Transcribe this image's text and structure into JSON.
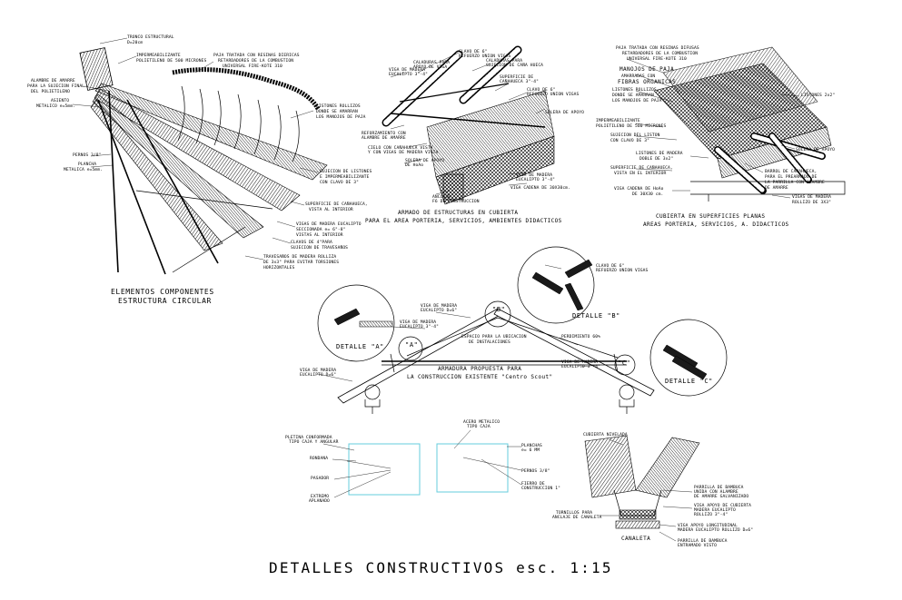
{
  "sheet_title": "DETALLES CONSTRUCTIVOS esc. 1:15",
  "colors": {
    "ink": "#000000",
    "paper": "#ffffff",
    "guide": "#66ccdd"
  },
  "circular": {
    "caption1": "ELEMENTOS COMPONENTES",
    "caption2": "ESTRUCTURA CIRCULAR",
    "labels": [
      "TRONCO ESTRUCTURAL",
      "D=20cm",
      "IMPERMEABILIZANTE",
      "POLIETILENO DE 500 MICRONES",
      "PAJA TRATADA CON RESINAS DIERICAS",
      "RETARDADORES DE LA COMBUSTION",
      "UNIVERSAL FIRE-KOTE 310",
      "ALAMBRE DE AMARRE",
      "PARA LA SUJECION FINAL",
      "DEL POLIETILENO",
      "ASIENTO",
      "METALICO e=5mm.",
      "LISTONES ROLLIZOS",
      "DONDE SE AMARRAN",
      "LOS MANOJOS DE PAJA",
      "PERNOS 3/8\"",
      "PLANCHA",
      "METALICA e=5mm.",
      "SUJECION DE LISTONES",
      "E IMPERMEABILIZANTE",
      "CON CLAVO DE 3\"",
      "SUPERFICIE DE CAÑAHUECA,",
      "VISTA AL INTERIOR",
      "VIGAS DE MADERA EUCALIPTO",
      "SECCIONADA e= 6\"-8\"",
      "VISTAS AL INTERIOR",
      "CLAVOS DE 4\"PARA",
      "SUJECION DE TRAVESAÑOS",
      "TRAVESAÑOS DE MADERA ROLLIZA",
      "DE 3x3\" PARA EVITAR TORSIONES",
      "HORIZONTALES"
    ]
  },
  "armado": {
    "caption1": "ARMADO DE ESTRUCTURAS EN CUBIERTA",
    "caption2": "PARA EL AREA PORTERIA, SERVICIOS, AMBIENTES DIDACTICOS",
    "labels": [
      "CLAVO DE 6\"",
      "REFUERZO UNION VIGAS",
      "CALADURAS PARA",
      "APOYO DE VIGA",
      "CALADURAS PARA",
      "SUJECION DE CAÑA HUECA",
      "VIGA DE MADERA",
      "EUCALIPTO 3\"-4\"",
      "SUPERFICIE DE",
      "CAÑAHUECA 3\"-4\"",
      "CLAVO DE 6\"",
      "REFUERZO UNION VIGAS",
      "SOLERA DE APOYO",
      "REFORZAMIENTO CON",
      "ALAMBRE DE AMARRE",
      "CIELO CON CAÑAHUECA VISTA",
      "Y CON VIGAS DE MADERA VISTA",
      "SOLERA DE APOYO",
      "DE HoAo",
      "VIGA DE MADERA",
      "EUCALIPTO 3\"-4\"",
      "VIGA CADENA DE 30X30cm.",
      "ANCLAJE",
      "F6 DE CONSTRUCCION"
    ]
  },
  "cubierta": {
    "caption1": "CUBIERTA EN SUPERFICIES PLANAS",
    "caption2": "AREAS PORTERIA, SERVICIOS, A. DIDACTICOS",
    "labels": [
      "PAJA TRATADA CON RESINAS DIFUSAS",
      "RETARDADORES DE LA COMBUSTION",
      "UNIVERSAL FIRE-KOTE 310",
      "MANOJOS DE PAJA",
      "AMARRADAS CON",
      "FIBRAS ORGANICAS",
      "LISTONES ROLLIZOS",
      "DONDE SE AMARRAN",
      "LOS MANOJOS DE PAJA",
      "LISTONES 2x2\"",
      "IMPERMEABILIZANTE",
      "POLIETILENO DE 500 MICRONES",
      "SUJECION DEL LISTON",
      "CON CLAVO DE 3\"",
      "LISTONES DE MADERA",
      "DOBLE DE 3x2\"",
      "SOLERA DE APOYO",
      "SUPERFICIE DE CAÑAHUECA,",
      "VISTA EN EL INTERIOR",
      "BARROL DE CAÑAHUECA,",
      "PARA EL PREARMADO DE",
      "LA PARRILLA CON ALAMBRE",
      "DE AMARRE",
      "VIGA CADENA DE HoAo",
      "DE 30X30 cm.",
      "VIGAS DE MADERA",
      "ROLLIZO DE 3X3\""
    ]
  },
  "armadura": {
    "title1": "ARMADURA PROPUESTA PARA",
    "title2": "LA CONSTRUCCION EXISTENTE \"Centro Scout\"",
    "space1": "ESPACIO PARA LA UBICACION",
    "space2": "DE INSTALACIONES",
    "tags": [
      "\"A\"",
      "\"B\"",
      "\"C\""
    ],
    "detail_a": "DETALLE \"A\"",
    "detail_b": "DETALLE \"B\"",
    "detail_c": "DETALLE \"C\"",
    "labels": [
      "CLAVO DE 6\"",
      "REFUERZO UNION VIGAS",
      "VIGA DE MADERA",
      "EUCALIPTO D=6\"",
      "VIGA DE MADERA",
      "EUCALIPTO 3\"-4\"",
      "VIGA DE MADERA",
      "EUCALIPTO D=6\"",
      "VIGA DE MADERA",
      "EUCALIPTO 3\"-4\"",
      "PERDIMIENTO 60%"
    ]
  },
  "anclaje": {
    "labels_left": [
      "PLETINA CONFORMADA",
      "TIPO CAJA Y ANGULAR",
      "RONDANA",
      "PASADOR",
      "EXTREMO",
      "APLANADO"
    ],
    "labels_right": [
      "ACERO METALICO",
      "TIPO CAJA",
      "PLANCHAS",
      "e= 6 MM",
      "PERNOS 3/8\"",
      "FIERRO DE",
      "CONSTRUCCION 1\""
    ]
  },
  "canaleta": {
    "caption": "CANALETA",
    "labels": [
      "CUBIERTA NIVELADA",
      "PARRILLA DE BAMBUCA",
      "UNIDA CON ALAMBRE",
      "DE AMARRE GALVANIZADO",
      "VIGA APOYO DE CUBIERTA",
      "MADERA EUCALIPTO",
      "ROLLIZO 3\"-4\"",
      "TORNILLOS PARA",
      "ANCLAJE DE CANALETA",
      "VIGA APOYO LONGITUDINAL",
      "MADERA EUCALIPTO ROLLIZO D=6\"",
      "PARRILLA DE BAMBUCA",
      "ENTRAMADO VISTO"
    ]
  }
}
